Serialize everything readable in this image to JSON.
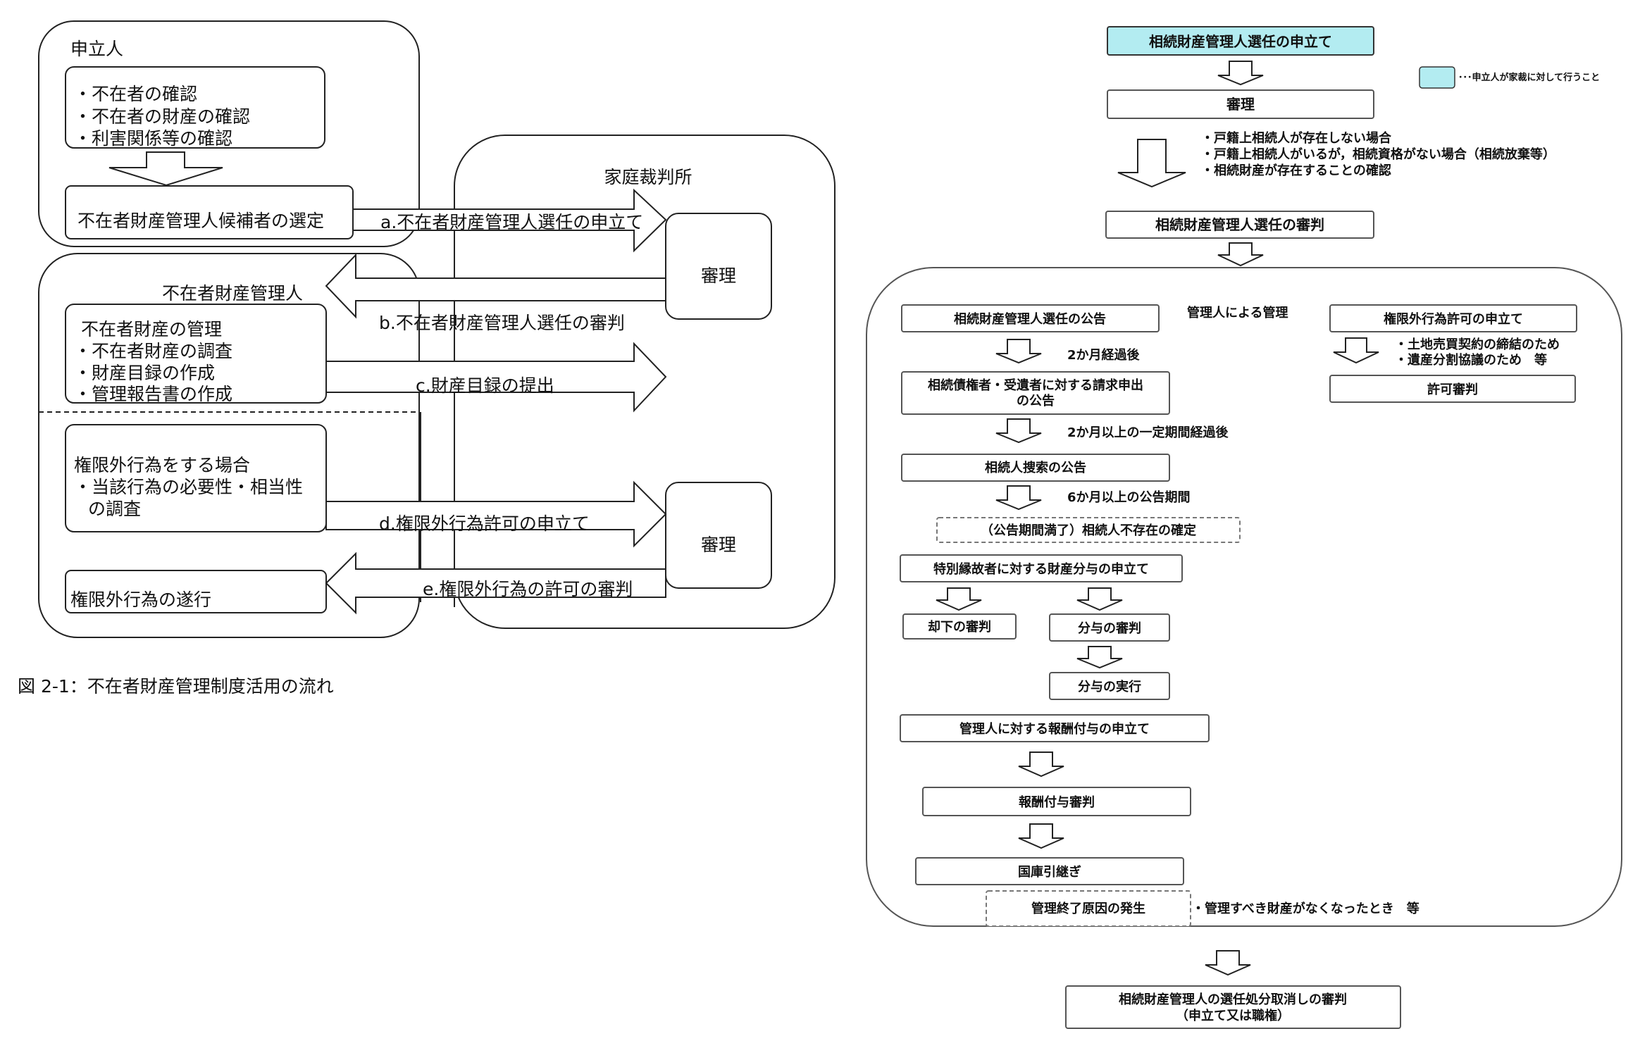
{
  "left": {
    "applicant_title": "申立人",
    "applicant_checks": [
      "・不在者の確認",
      "・不在者の財産の確認",
      "・利害関係等の確認"
    ],
    "candidate_selection": "不在者財産管理人候補者の選定",
    "court_title": "家庭裁判所",
    "hearing": "審理",
    "manager_title": "不在者財産管理人",
    "manager_tasks": [
      "不在者財産の管理",
      "・不在者財産の調査",
      "・財産目録の作成",
      "・管理報告書の作成"
    ],
    "exceed_case": [
      "権限外行為をする場合",
      "・当該行為の必要性・相当性",
      "の調査"
    ],
    "exceed_exec": "権限外行為の遂行",
    "arrow_a": "a.不在者財産管理人選任の申立て",
    "arrow_b": "b.不在者財産管理人選任の審判",
    "arrow_c": "c.財産目録の提出",
    "arrow_d": "d.権限外行為許可の申立て",
    "arrow_e": "e.権限外行為の許可の審判",
    "caption": "図 2-1：不在者財産管理制度活用の流れ"
  },
  "right": {
    "legend_text": "･･･申立人が家裁に対して行うこと",
    "legend_color": "#b3ecf1",
    "step1": "相続財産管理人選任の申立て",
    "step2": "審理",
    "conditions": [
      "・戸籍上相続人が存在しない場合",
      "・戸籍上相続人がいるが，相続資格がない場合（相続放棄等）",
      "・相続財産が存在することの確認"
    ],
    "step3": "相続財産管理人選任の審判",
    "mgmt_label": "管理人による管理",
    "notice1": "相続財産管理人選任の公告",
    "after1": "2か月経過後",
    "notice2": [
      "相続債権者・受遺者に対する請求申出",
      "の公告"
    ],
    "after2": "2か月以上の一定期間経過後",
    "notice3": "相続人捜索の公告",
    "after3": "6か月以上の公告期間",
    "confirm": "（公告期間満了）相続人不存在の確定",
    "special": "特別縁故者に対する財産分与の申立て",
    "reject": "却下の審判",
    "grant": "分与の審判",
    "execute": "分与の実行",
    "exceed_req": "権限外行為許可の申立て",
    "exceed_reasons": [
      "・土地売買契約の締結のため",
      "・遺産分割協議のため　等"
    ],
    "permit": "許可審判",
    "reward_req": "管理人に対する報酬付与の申立て",
    "reward": "報酬付与審判",
    "treasury": "国庫引継ぎ",
    "end_cause": "管理終了原因の発生",
    "end_note": "・管理すべき財産がなくなったとき　等",
    "final": [
      "相続財産管理人の選任処分取消しの審判",
      "（申立て又は職権）"
    ]
  }
}
